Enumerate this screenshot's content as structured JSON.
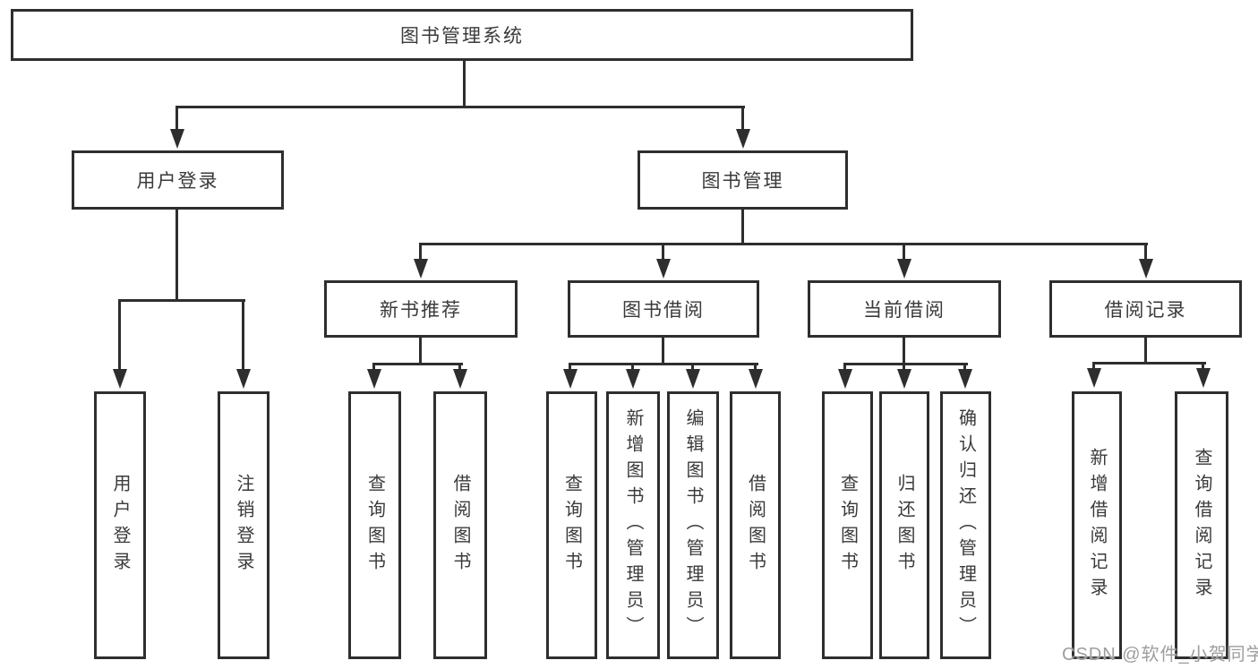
{
  "colors": {
    "line": "#2e2e2e",
    "box_border": "#2e2e2e",
    "text": "#3a3a3a",
    "background": "#ffffff",
    "watermark": "#9e9e9e"
  },
  "tree": {
    "root": {
      "label": "图书管理系统"
    },
    "level2": [
      {
        "label": "用户登录"
      },
      {
        "label": "图书管理"
      }
    ],
    "level3": [
      {
        "label": "新书推荐",
        "parent": "图书管理"
      },
      {
        "label": "图书借阅",
        "parent": "图书管理"
      },
      {
        "label": "当前借阅",
        "parent": "图书管理"
      },
      {
        "label": "借阅记录",
        "parent": "图书管理"
      }
    ],
    "leaves": [
      {
        "label": "用户登录",
        "parent": "用户登录"
      },
      {
        "label": "注销登录",
        "parent": "用户登录"
      },
      {
        "label": "查询图书",
        "parent": "新书推荐"
      },
      {
        "label": "借阅图书",
        "parent": "新书推荐"
      },
      {
        "label": "查询图书",
        "parent": "图书借阅"
      },
      {
        "label": "新增图书（管理员）",
        "parent": "图书借阅"
      },
      {
        "label": "编辑图书（管理员）",
        "parent": "图书借阅"
      },
      {
        "label": "借阅图书",
        "parent": "图书借阅"
      },
      {
        "label": "查询图书",
        "parent": "当前借阅"
      },
      {
        "label": "归还图书",
        "parent": "当前借阅"
      },
      {
        "label": "确认归还（管理员）",
        "parent": "当前借阅"
      },
      {
        "label": "新增借阅记录",
        "parent": "借阅记录"
      },
      {
        "label": "查询借阅记录",
        "parent": "借阅记录"
      }
    ]
  },
  "watermark": {
    "text": "CSDN @软件_小贺同学"
  }
}
